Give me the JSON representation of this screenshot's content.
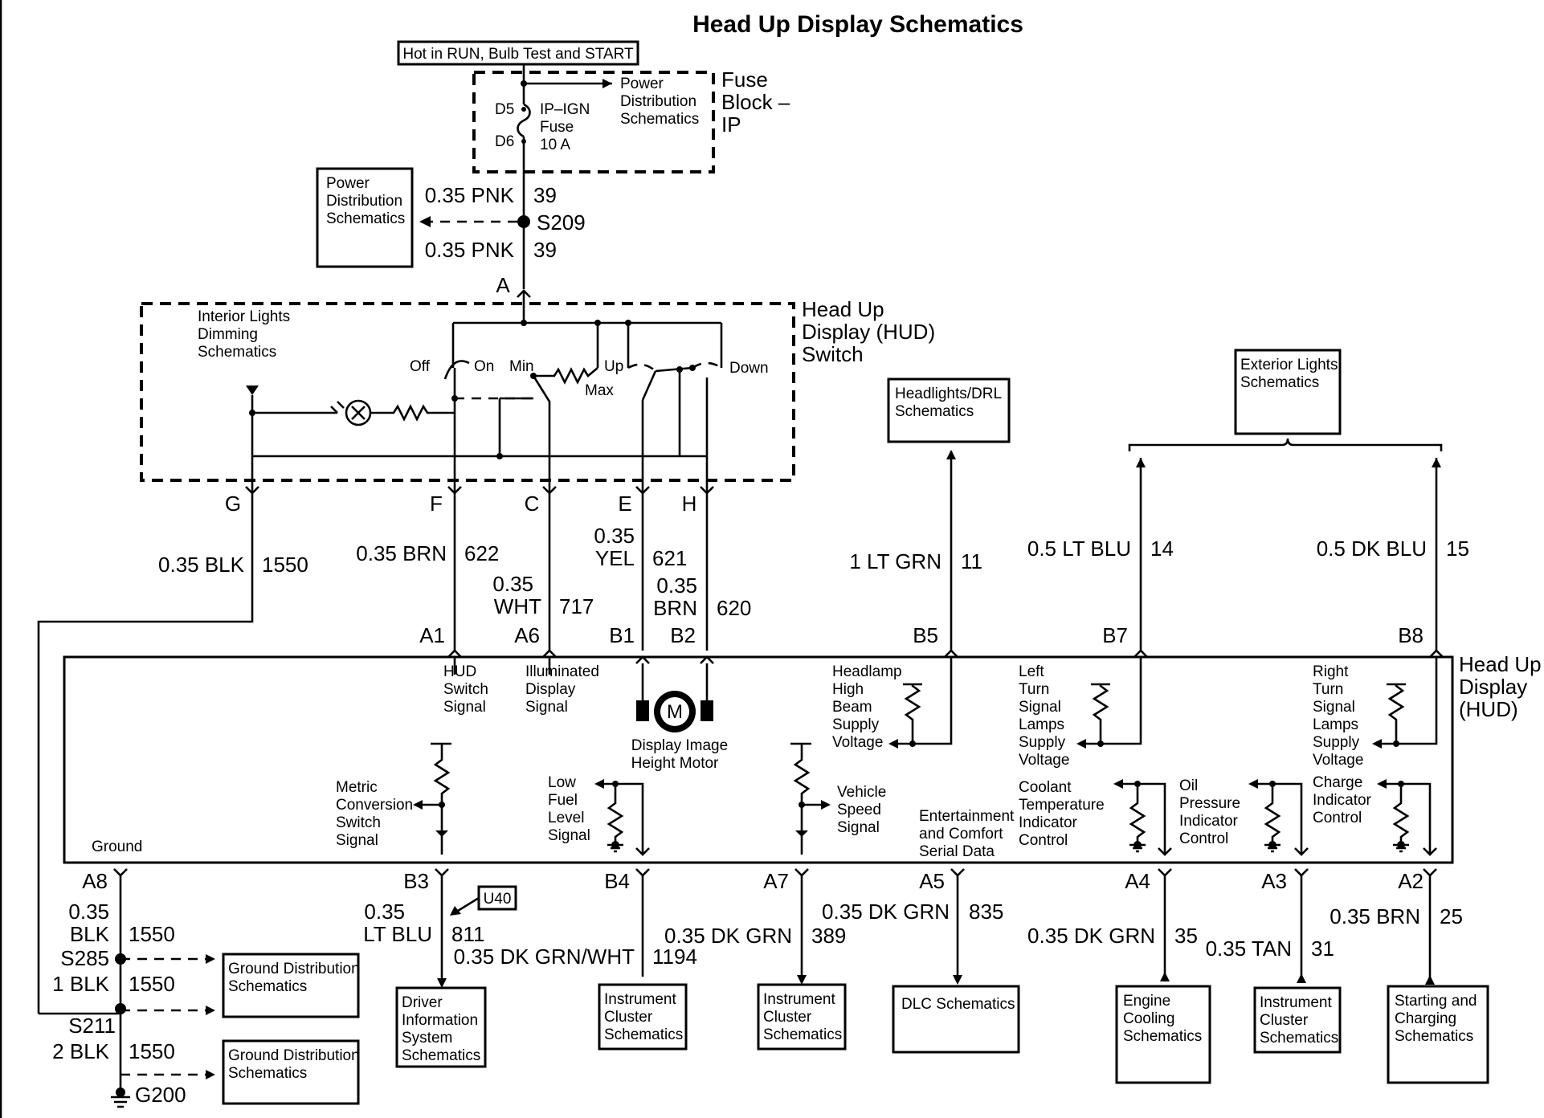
{
  "title": "Head Up Display Schematics",
  "hot_label": "Hot in RUN, Bulb Test and START",
  "fuse_block": {
    "name": [
      "Fuse",
      "Block –",
      "IP"
    ],
    "fuse": [
      "IP–IGN",
      "Fuse",
      "10 A"
    ],
    "pin_top": "D5",
    "pin_bottom": "D6",
    "ref": [
      "Power",
      "Distribution",
      "Schematics"
    ]
  },
  "power_dist_box": [
    "Power",
    "Distribution",
    "Schematics"
  ],
  "splice_s209": "S209",
  "wire_top1": {
    "color": "0.35 PNK",
    "circuit": "39"
  },
  "wire_top2": {
    "color": "0.35 PNK",
    "circuit": "39"
  },
  "switch_pin_a": "A",
  "hud_switch": {
    "name": [
      "Head Up",
      "Display (HUD)",
      "Switch"
    ],
    "dimming": [
      "Interior Lights",
      "Dimming",
      "Schematics"
    ],
    "off": "Off",
    "on": "On",
    "min": "Min",
    "max": "Max",
    "up": "Up",
    "down": "Down",
    "pins": {
      "g": "G",
      "f": "F",
      "c": "C",
      "e": "E",
      "h": "H"
    }
  },
  "wires_mid": {
    "g": {
      "color": "0.35 BLK",
      "circuit": "1550"
    },
    "f": {
      "color": "0.35 BRN",
      "circuit": "622"
    },
    "c": {
      "color": [
        "0.35",
        "WHT"
      ],
      "circuit": "717"
    },
    "e": {
      "color": [
        "0.35",
        "YEL"
      ],
      "circuit": "621"
    },
    "h": {
      "color": [
        "0.35",
        "BRN"
      ],
      "circuit": "620"
    },
    "b5": {
      "color": "1 LT GRN",
      "circuit": "11"
    },
    "b7": {
      "color": "0.5 LT BLU",
      "circuit": "14"
    },
    "b8": {
      "color": "0.5 DK BLU",
      "circuit": "15"
    }
  },
  "headlights_box": [
    "Headlights/DRL",
    "Schematics"
  ],
  "exterior_box": [
    "Exterior Lights",
    "Schematics"
  ],
  "hud_pins_top": {
    "a1": "A1",
    "a6": "A6",
    "b1": "B1",
    "b2": "B2",
    "b5": "B5",
    "b7": "B7",
    "b8": "B8"
  },
  "hud": {
    "name": [
      "Head Up",
      "Display",
      "(HUD)"
    ],
    "hud_switch_signal": [
      "HUD",
      "Switch",
      "Signal"
    ],
    "illuminated_signal": [
      "Illuminated",
      "Display",
      "Signal"
    ],
    "motor": [
      "Display Image",
      "Height Motor"
    ],
    "motor_symbol": "M",
    "headlamp": [
      "Headlamp",
      "High",
      "Beam",
      "Supply",
      "Voltage"
    ],
    "left_turn": [
      "Left",
      "Turn",
      "Signal",
      "Lamps",
      "Supply",
      "Voltage"
    ],
    "right_turn": [
      "Right",
      "Turn",
      "Signal",
      "Lamps",
      "Supply",
      "Voltage"
    ],
    "metric": [
      "Metric",
      "Conversion",
      "Switch",
      "Signal"
    ],
    "low_fuel": [
      "Low",
      "Fuel",
      "Level",
      "Signal"
    ],
    "vss": [
      "Vehicle",
      "Speed",
      "Signal"
    ],
    "ent": [
      "Entertainment",
      "and Comfort",
      "Serial Data"
    ],
    "coolant": [
      "Coolant",
      "Temperature",
      "Indicator",
      "Control"
    ],
    "oil": [
      "Oil",
      "Pressure",
      "Indicator",
      "Control"
    ],
    "charge": [
      "Charge",
      "Indicator",
      "Control"
    ],
    "ground": "Ground"
  },
  "hud_pins_bottom": {
    "a8": "A8",
    "b3": "B3",
    "b4": "B4",
    "a7": "A7",
    "a5": "A5",
    "a4": "A4",
    "a3": "A3",
    "a2": "A2"
  },
  "wires_bottom": {
    "a8": {
      "color": [
        "0.35",
        "BLK"
      ],
      "circuit": "1550"
    },
    "s285_wire": {
      "color": "1 BLK",
      "circuit": "1550"
    },
    "s211_wire": {
      "color": "2 BLK",
      "circuit": "1550"
    },
    "b3": {
      "color": [
        "0.35",
        "LT BLU"
      ],
      "circuit": "811"
    },
    "b4": {
      "color": "0.35 DK GRN/WHT",
      "circuit": "1194"
    },
    "a7": {
      "color": "0.35 DK GRN",
      "circuit": "389"
    },
    "a5": {
      "color": "0.35 DK GRN",
      "circuit": "835"
    },
    "a4": {
      "color": "0.35 DK GRN",
      "circuit": "35"
    },
    "a3": {
      "color": "0.35 TAN",
      "circuit": "31"
    },
    "a2": {
      "color": "0.35 BRN",
      "circuit": "25"
    }
  },
  "splice_s285": "S285",
  "splice_s211": "S211",
  "ground_g200": "G200",
  "option_u40": "U40",
  "ground_dist_1": [
    "Ground Distribution",
    "Schematics"
  ],
  "ground_dist_2": [
    "Ground Distribution",
    "Schematics"
  ],
  "bottom_boxes": {
    "dis": [
      "Driver",
      "Information",
      "System",
      "Schematics"
    ],
    "ic1": [
      "Instrument",
      "Cluster",
      "Schematics"
    ],
    "ic2": [
      "Instrument",
      "Cluster",
      "Schematics"
    ],
    "dlc": [
      "DLC Schematics"
    ],
    "engine": [
      "Engine",
      "Cooling",
      "Schematics"
    ],
    "ic3": [
      "Instrument",
      "Cluster",
      "Schematics"
    ],
    "start": [
      "Starting and",
      "Charging",
      "Schematics"
    ]
  }
}
